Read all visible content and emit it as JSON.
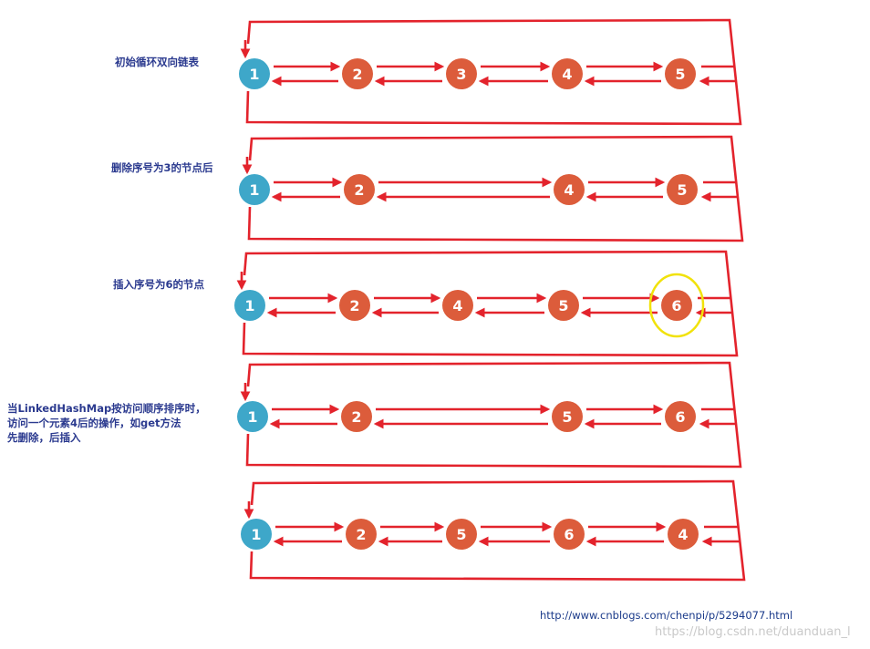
{
  "colors": {
    "arrow": "#e3232c",
    "head_node": "#3ea7c9",
    "node": "#dc5c3b",
    "highlight": "#f1e20a",
    "caption": "#2b3a8f"
  },
  "rows": [
    {
      "caption": [
        "初始循环双向链表"
      ],
      "nodes": [
        {
          "id": "1",
          "head": true
        },
        {
          "id": "2"
        },
        {
          "id": "3"
        },
        {
          "id": "4"
        },
        {
          "id": "5"
        }
      ]
    },
    {
      "caption": [
        "删除序号为3的节点后"
      ],
      "nodes": [
        {
          "id": "1",
          "head": true
        },
        {
          "id": "2"
        },
        {
          "id": "4"
        },
        {
          "id": "5"
        }
      ]
    },
    {
      "caption": [
        "插入序号为6的节点"
      ],
      "nodes": [
        {
          "id": "1",
          "head": true
        },
        {
          "id": "2"
        },
        {
          "id": "4"
        },
        {
          "id": "5"
        },
        {
          "id": "6",
          "highlight": true
        }
      ]
    },
    {
      "caption": [
        "当LinkedHashMap按访问顺序排序时，",
        "访问一个元素4后的操作，如get方法",
        "先删除，后插入"
      ],
      "nodes": [
        {
          "id": "1",
          "head": true
        },
        {
          "id": "2"
        },
        {
          "id": "5"
        },
        {
          "id": "6"
        }
      ]
    },
    {
      "caption": [],
      "nodes": [
        {
          "id": "1",
          "head": true
        },
        {
          "id": "2"
        },
        {
          "id": "5"
        },
        {
          "id": "6"
        },
        {
          "id": "4"
        }
      ]
    }
  ],
  "source_url": "http://www.cnblogs.com/chenpi/p/5294077.html",
  "watermark": "https://blog.csdn.net/duanduan_l"
}
